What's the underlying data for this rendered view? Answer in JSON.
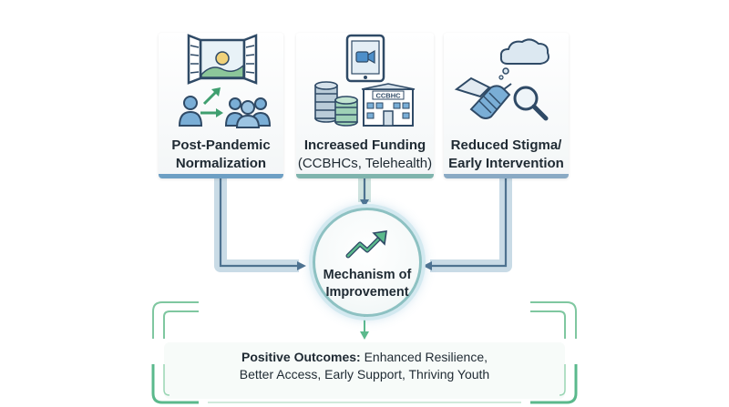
{
  "cards": [
    {
      "line1": "Post-Pandemic",
      "line2": "Normalization",
      "icon": "open-window-people-icon"
    },
    {
      "line1": "Increased Funding",
      "line2": "(CCBHCs, Telehealth)",
      "icon": "tablet-coins-clinic-icon",
      "building_sign": "CCBHC"
    },
    {
      "line1": "Reduced Stigma/",
      "line2": "Early Intervention",
      "icon": "handshake-magnifier-icon"
    }
  ],
  "hub": {
    "line1": "Mechanism of",
    "line2": "Improvement",
    "icon": "trending-up-arrow-icon"
  },
  "outcome": {
    "heading": "Positive Outcomes:",
    "line1_rest": " Enhanced Resilience,",
    "line2": "Better Access, Early Support, Thriving Youth"
  },
  "colors": {
    "flow_blue": "#9fbfd6",
    "flow_teal": "#9cc9c4",
    "accent_green": "#5bb98c",
    "navy": "#2f4a66"
  }
}
